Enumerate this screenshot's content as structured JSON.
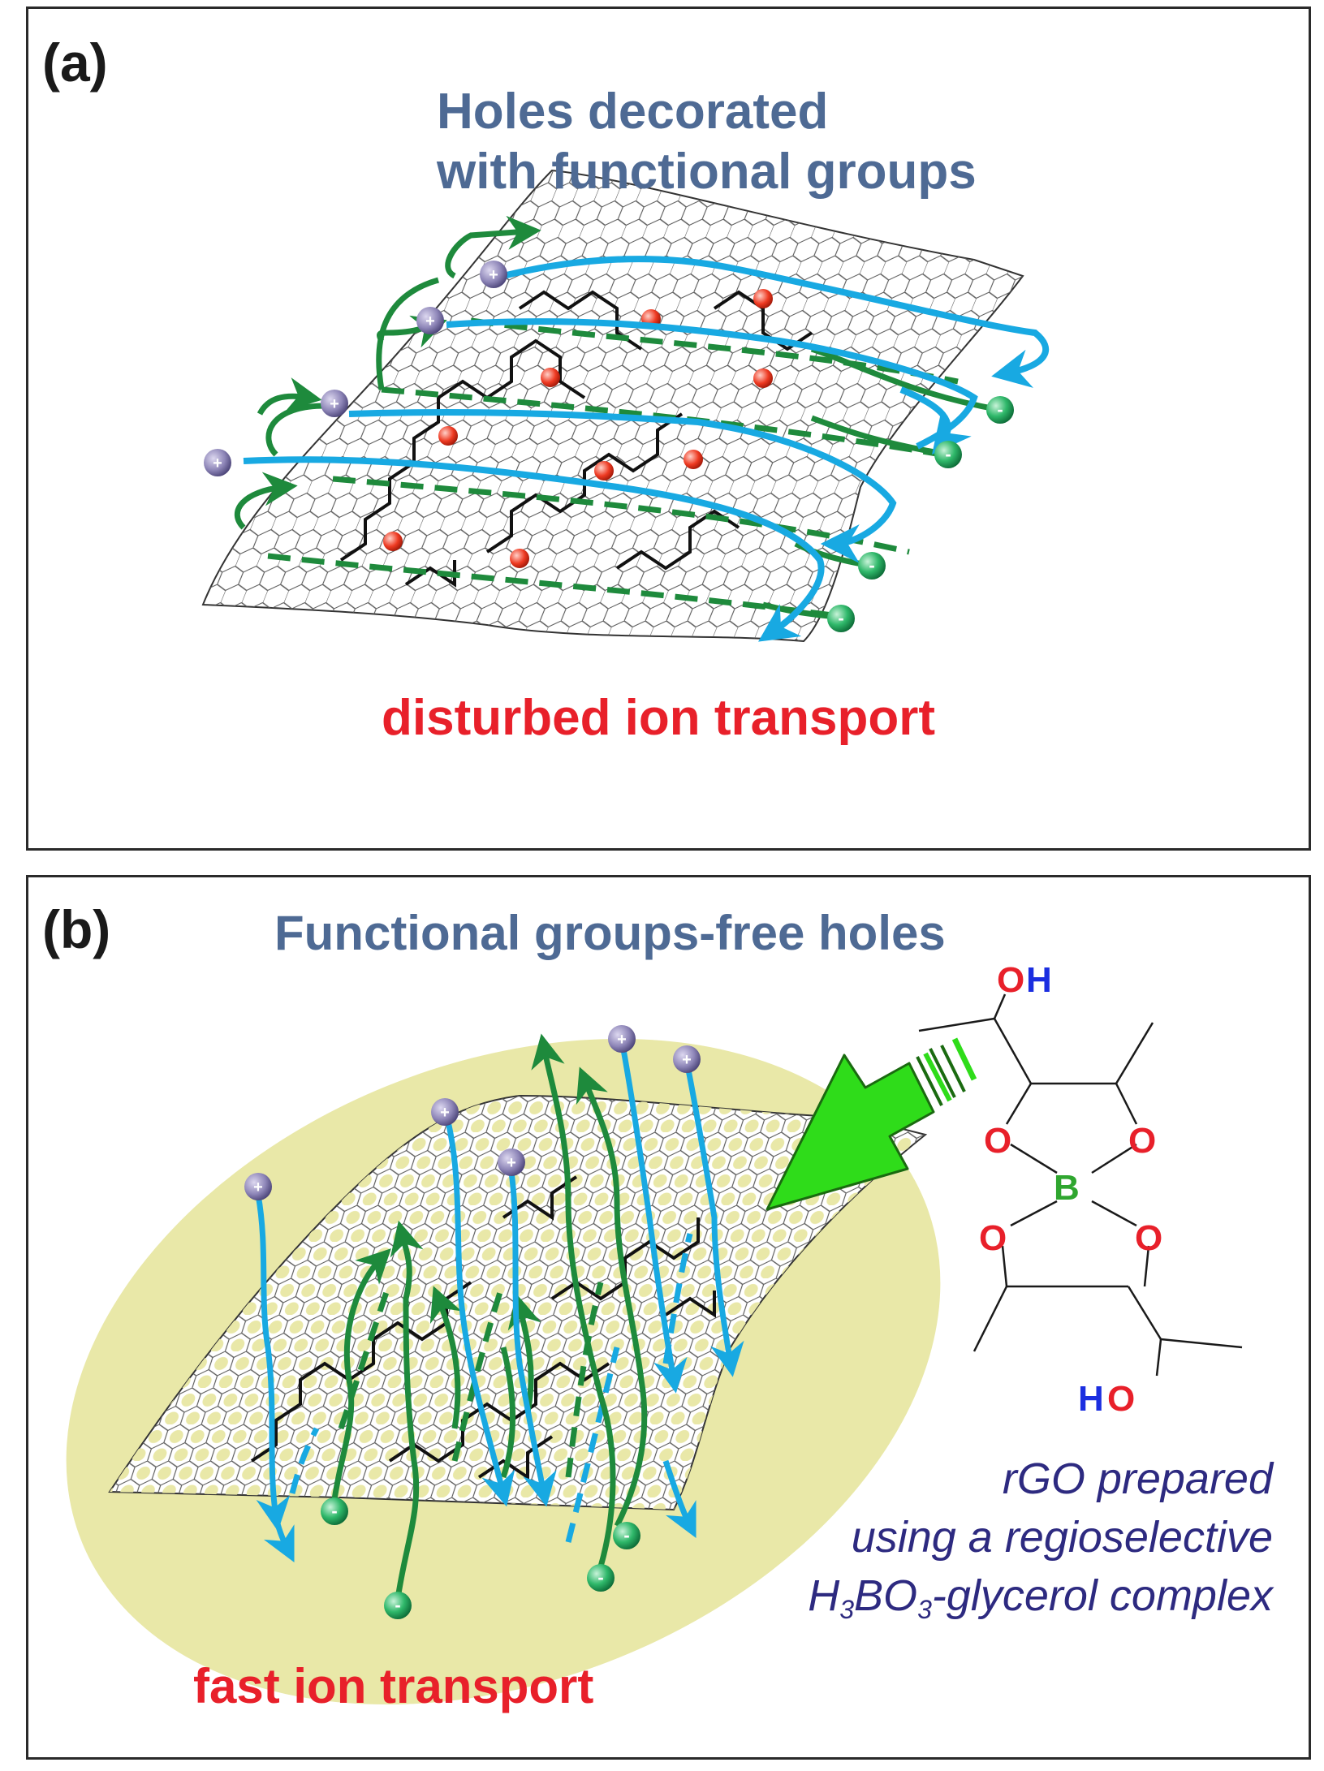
{
  "panel_a": {
    "label": "(a)",
    "title_line1": "Holes decorated",
    "title_line2": "with functional groups",
    "caption": "disturbed ion transport"
  },
  "panel_b": {
    "label": "(b)",
    "title": "Functional groups-free holes",
    "caption": "fast ion transport",
    "note_line1": "rGO prepared",
    "note_line2": "using a regioselective",
    "note_line3_prefix": "H",
    "note_line3_sub1": "3",
    "note_line3_mid": "BO",
    "note_line3_sub2": "3",
    "note_line3_suffix": "-glycerol complex",
    "molecule": {
      "oh_o_top": "O",
      "oh_h_top": "H",
      "o_upper_left": "O",
      "o_upper_right": "O",
      "boron": "B",
      "o_lower_left": "O",
      "o_lower_right": "O",
      "ho_h_bottom": "H",
      "ho_o_bottom": "O"
    }
  },
  "colors": {
    "title_blue": "#4e6a94",
    "caption_red": "#e8202a",
    "note_navy": "#2d2a80",
    "ion_path_blue": "#18a9e2",
    "ion_path_green": "#1e8a3c",
    "ellipse_fill": "#e9e8a8",
    "arrow_green": "#2fdc1a",
    "oxygen_red": "#e8202a",
    "boron_green": "#2fa62f",
    "hydrogen_blue": "#1b2ee0"
  }
}
